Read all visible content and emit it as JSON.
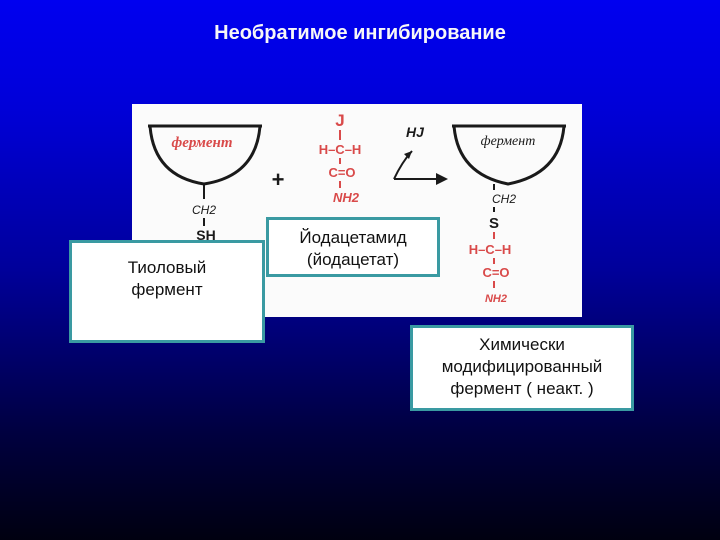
{
  "title": "Необратимое ингибирование",
  "reaction": {
    "enzyme_label_left": "фермент",
    "enzyme_label_right": "фермент",
    "plus_sign": "+",
    "byproduct": "HJ",
    "left_group_ch2": "CH2",
    "left_group_sh": "SH",
    "reagent_iodine": "J",
    "reagent_hch": "H–C–H",
    "reagent_co": "C=O",
    "reagent_nh2": "NH2",
    "right_group_ch2": "CH2",
    "right_group_s": "S",
    "right_group_hch": "H–C–H",
    "right_group_co": "C=O",
    "right_group_nh2": "NH2",
    "colors": {
      "black_ink": "#1a1a1a",
      "red_ink": "#d94a4a"
    }
  },
  "labels": {
    "thiol_enzyme": [
      "Тиоловый",
      "фермент"
    ],
    "iodoacetamide": [
      "Йодацетамид",
      "(йодацетат)"
    ],
    "modified_enzyme": [
      "Химически",
      "модифицированный",
      "фермент ( неакт. )"
    ]
  }
}
